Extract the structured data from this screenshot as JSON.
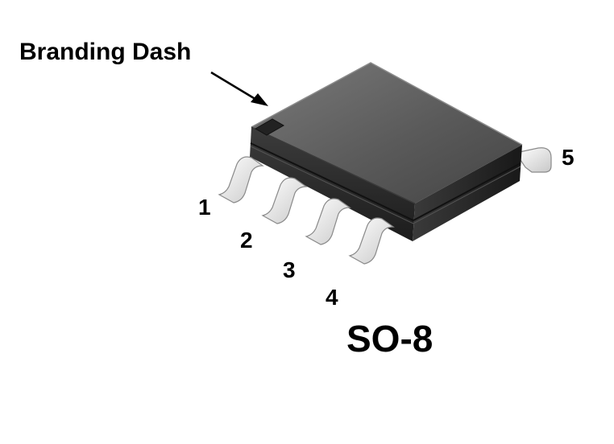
{
  "callout": {
    "label": "Branding Dash"
  },
  "package": {
    "name": "SO-8"
  },
  "pins": [
    "1",
    "2",
    "3",
    "4",
    "5"
  ],
  "colors": {
    "body_top": "#5c5c5c",
    "body_front": "#2e2e2e",
    "body_side": "#232323",
    "lead": "#f4f4f4",
    "lead_edge": "#8a8a8a",
    "text": "#000000"
  }
}
